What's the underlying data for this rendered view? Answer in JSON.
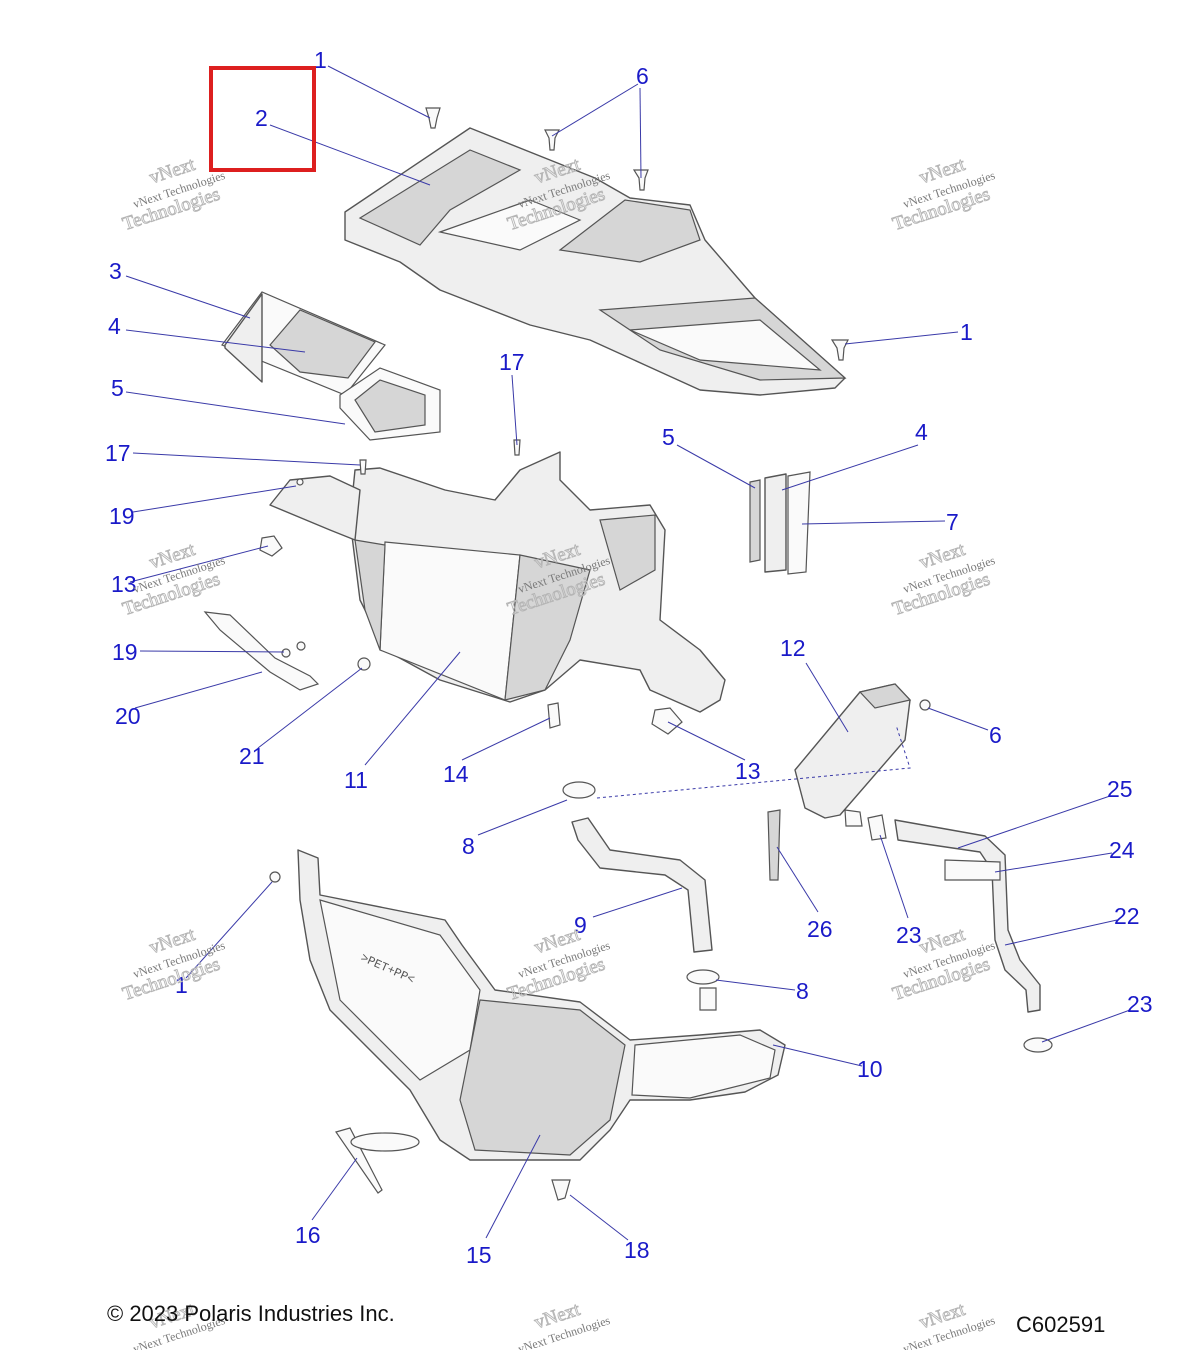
{
  "diagram": {
    "type": "exploded parts diagram",
    "highlighted_callout": "2",
    "callouts": [
      {
        "id": "c1a",
        "label": "1"
      },
      {
        "id": "c2",
        "label": "2"
      },
      {
        "id": "c6a",
        "label": "6"
      },
      {
        "id": "c3",
        "label": "3"
      },
      {
        "id": "c4a",
        "label": "4"
      },
      {
        "id": "c1b",
        "label": "1"
      },
      {
        "id": "c5a",
        "label": "5"
      },
      {
        "id": "c17a",
        "label": "17"
      },
      {
        "id": "c5b",
        "label": "5"
      },
      {
        "id": "c4b",
        "label": "4"
      },
      {
        "id": "c17b",
        "label": "17"
      },
      {
        "id": "c19a",
        "label": "19"
      },
      {
        "id": "c7",
        "label": "7"
      },
      {
        "id": "c13a",
        "label": "13"
      },
      {
        "id": "c12",
        "label": "12"
      },
      {
        "id": "c19b",
        "label": "19"
      },
      {
        "id": "c6b",
        "label": "6"
      },
      {
        "id": "c20",
        "label": "20"
      },
      {
        "id": "c21",
        "label": "21"
      },
      {
        "id": "c11",
        "label": "11"
      },
      {
        "id": "c14",
        "label": "14"
      },
      {
        "id": "c13b",
        "label": "13"
      },
      {
        "id": "c25",
        "label": "25"
      },
      {
        "id": "c8a",
        "label": "8"
      },
      {
        "id": "c24",
        "label": "24"
      },
      {
        "id": "c9",
        "label": "9"
      },
      {
        "id": "c26",
        "label": "26"
      },
      {
        "id": "c23a",
        "label": "23"
      },
      {
        "id": "c22",
        "label": "22"
      },
      {
        "id": "c1c",
        "label": "1"
      },
      {
        "id": "c8b",
        "label": "8"
      },
      {
        "id": "c23b",
        "label": "23"
      },
      {
        "id": "c10",
        "label": "10"
      },
      {
        "id": "c16",
        "label": "16"
      },
      {
        "id": "c15",
        "label": "15"
      },
      {
        "id": "c18",
        "label": "18"
      }
    ],
    "part_marking": ">PET+PP<"
  },
  "watermark": {
    "line1": "vNext",
    "line2": "vNext Technologies",
    "line3": "Technologies"
  },
  "footer": {
    "copyright": "© 2023 Polaris Industries Inc.",
    "diagram_id": "C602591"
  }
}
